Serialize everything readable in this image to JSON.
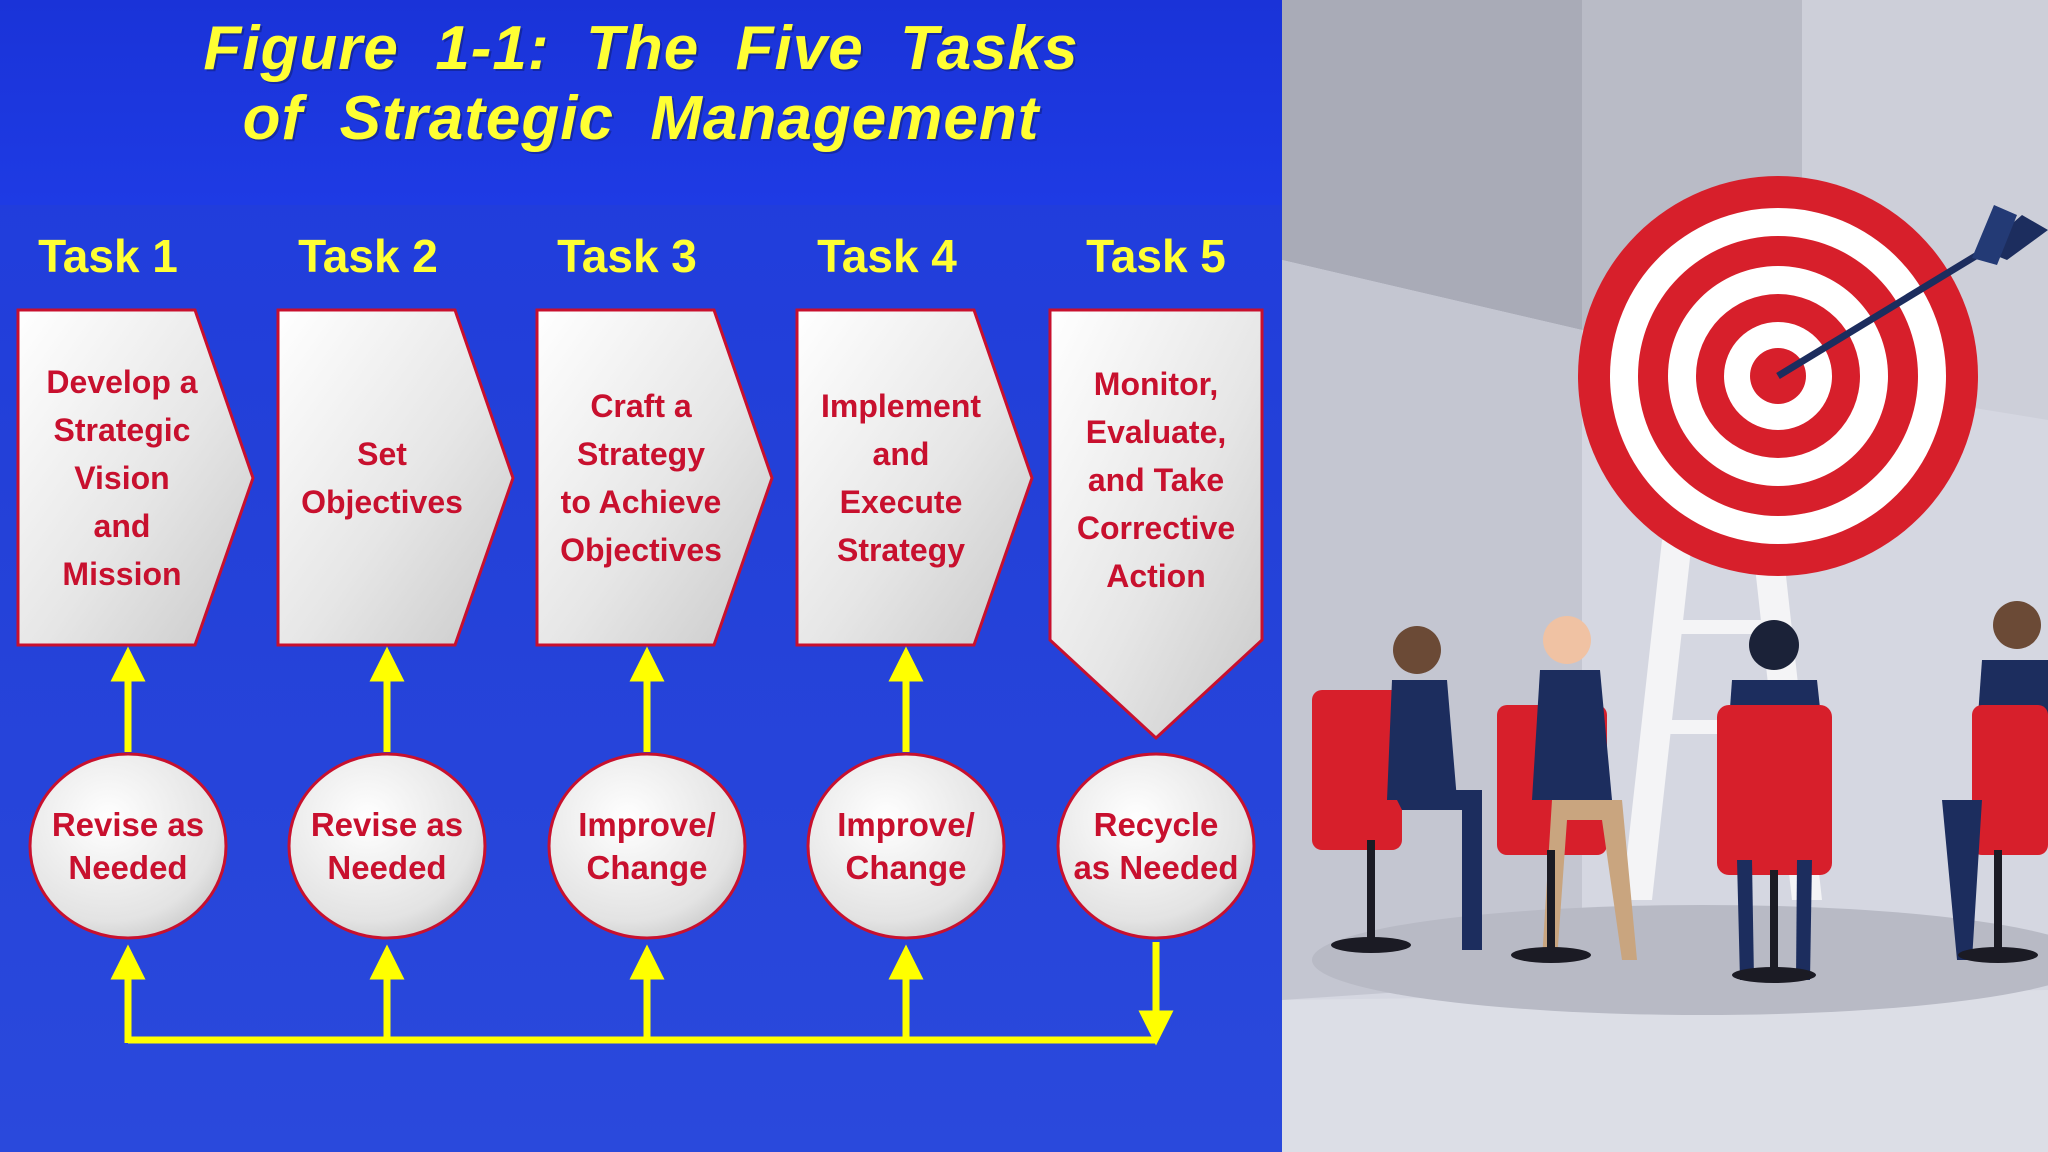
{
  "figure": {
    "title_line1": "Figure  1-1:  The  Five  Tasks",
    "title_line2": "of  Strategic  Management"
  },
  "tasks": [
    {
      "label": "Task 1",
      "text": "Develop a\nStrategic\nVision\nand\nMission"
    },
    {
      "label": "Task 2",
      "text": "Set\nObjectives"
    },
    {
      "label": "Task 3",
      "text": "Craft a\nStrategy\nto Achieve\nObjectives"
    },
    {
      "label": "Task 4",
      "text": "Implement\nand\nExecute\nStrategy"
    },
    {
      "label": "Task 5",
      "text": "Monitor,\nEvaluate,\nand Take\nCorrective\nAction"
    }
  ],
  "feedback": [
    {
      "text": "Revise as\nNeeded"
    },
    {
      "text": "Revise as\nNeeded"
    },
    {
      "text": "Improve/\nChange"
    },
    {
      "text": "Improve/\nChange"
    },
    {
      "text": "Recycle\nas Needed"
    }
  ],
  "colors": {
    "background": "#1f3be0",
    "title": "#ffff33",
    "box_text": "#c8102e",
    "arrow": "#ffff00",
    "target_red": "#d71f2b"
  }
}
